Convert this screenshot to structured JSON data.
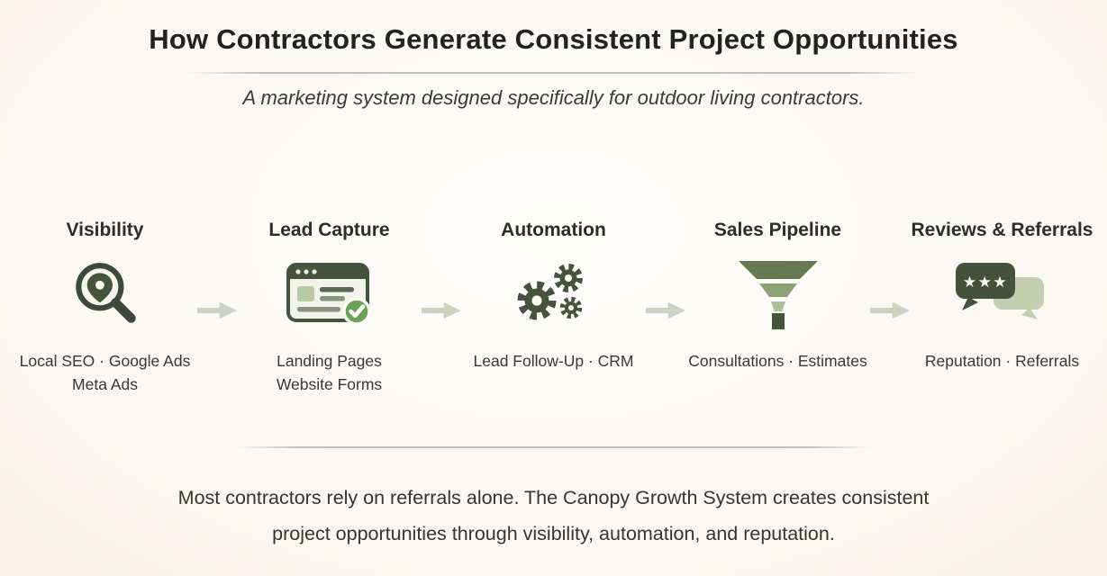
{
  "header": {
    "title": "How Contractors Generate Consistent Project Opportunities",
    "subtitle": "A marketing system designed specifically for outdoor living contractors."
  },
  "steps": [
    {
      "label": "Visibility",
      "icon": "magnifier-pin-icon",
      "caption1": "Local SEO · Google Ads",
      "caption2": "Meta Ads"
    },
    {
      "label": "Lead Capture",
      "icon": "landing-page-form-icon",
      "caption1": "Landing Pages",
      "caption2": "Website Forms"
    },
    {
      "label": "Automation",
      "icon": "gears-icon",
      "caption1": "Lead Follow-Up · CRM",
      "caption2": ""
    },
    {
      "label": "Sales Pipeline",
      "icon": "funnel-icon",
      "caption1": "Consultations · Estimates",
      "caption2": ""
    },
    {
      "label": "Reviews & Referrals",
      "icon": "chat-stars-icon",
      "caption1": "Reputation · Referrals",
      "caption2": ""
    }
  ],
  "footer": {
    "line1": "Most contractors rely on referrals alone. The Canopy Growth System creates consistent",
    "line2": "project opportunities through visibility, automation, and reputation."
  },
  "colors": {
    "background": "#fdfbf5",
    "heading_text": "#222220",
    "body_text": "#39392f",
    "icon_dark_green": "#46543f",
    "icon_mid_green": "#8ca377",
    "icon_light_green": "#b9c8a6",
    "check_green": "#6aa357",
    "arrow_gray_green": "#ccd3c3",
    "divider_gray": "#b9b5aa"
  }
}
